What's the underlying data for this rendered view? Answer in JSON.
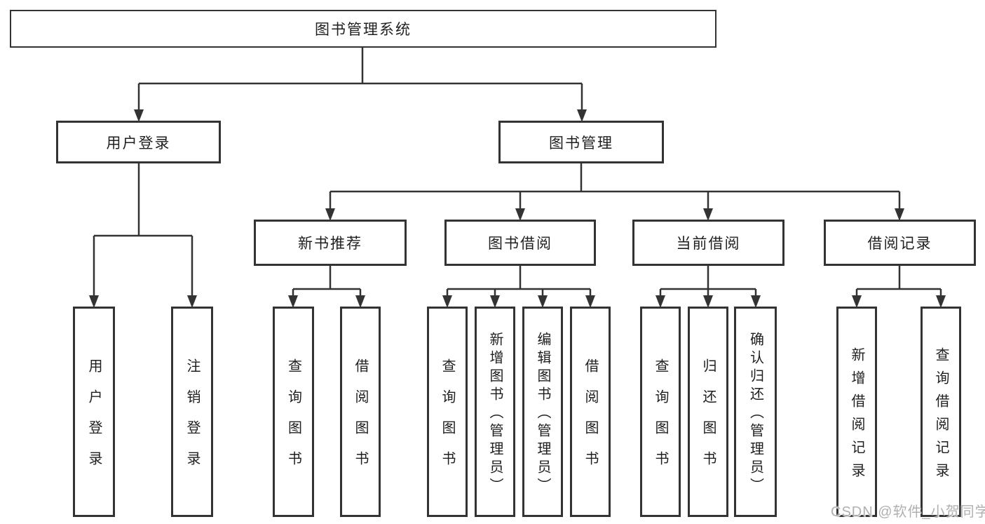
{
  "diagram": {
    "root": {
      "label": "图书管理系统"
    },
    "level2": {
      "user_login": {
        "label": "用户登录"
      },
      "book_mgmt": {
        "label": "图书管理"
      }
    },
    "level3": {
      "new_book": {
        "label": "新书推荐"
      },
      "borrow": {
        "label": "图书借阅"
      },
      "current": {
        "label": "当前借阅"
      },
      "records": {
        "label": "借阅记录"
      }
    },
    "leaves": {
      "user_login": [
        "用户登录",
        "注销登录"
      ],
      "new_book": [
        "查询图书",
        "借阅图书"
      ],
      "borrow": [
        "查询图书",
        "新增图书（管理员）",
        "编辑图书（管理员）",
        "借阅图书"
      ],
      "current": [
        "查询图书",
        "归还图书",
        "确认归还（管理员）"
      ],
      "records": [
        "新增借阅记录",
        "查询借阅记录"
      ]
    }
  },
  "watermark": {
    "text": "CSDN @软件_小贺同学"
  },
  "colors": {
    "line": "#333333",
    "text": "#1f1f1f",
    "background": "#ffffff",
    "watermark": "#b0b0b0"
  }
}
